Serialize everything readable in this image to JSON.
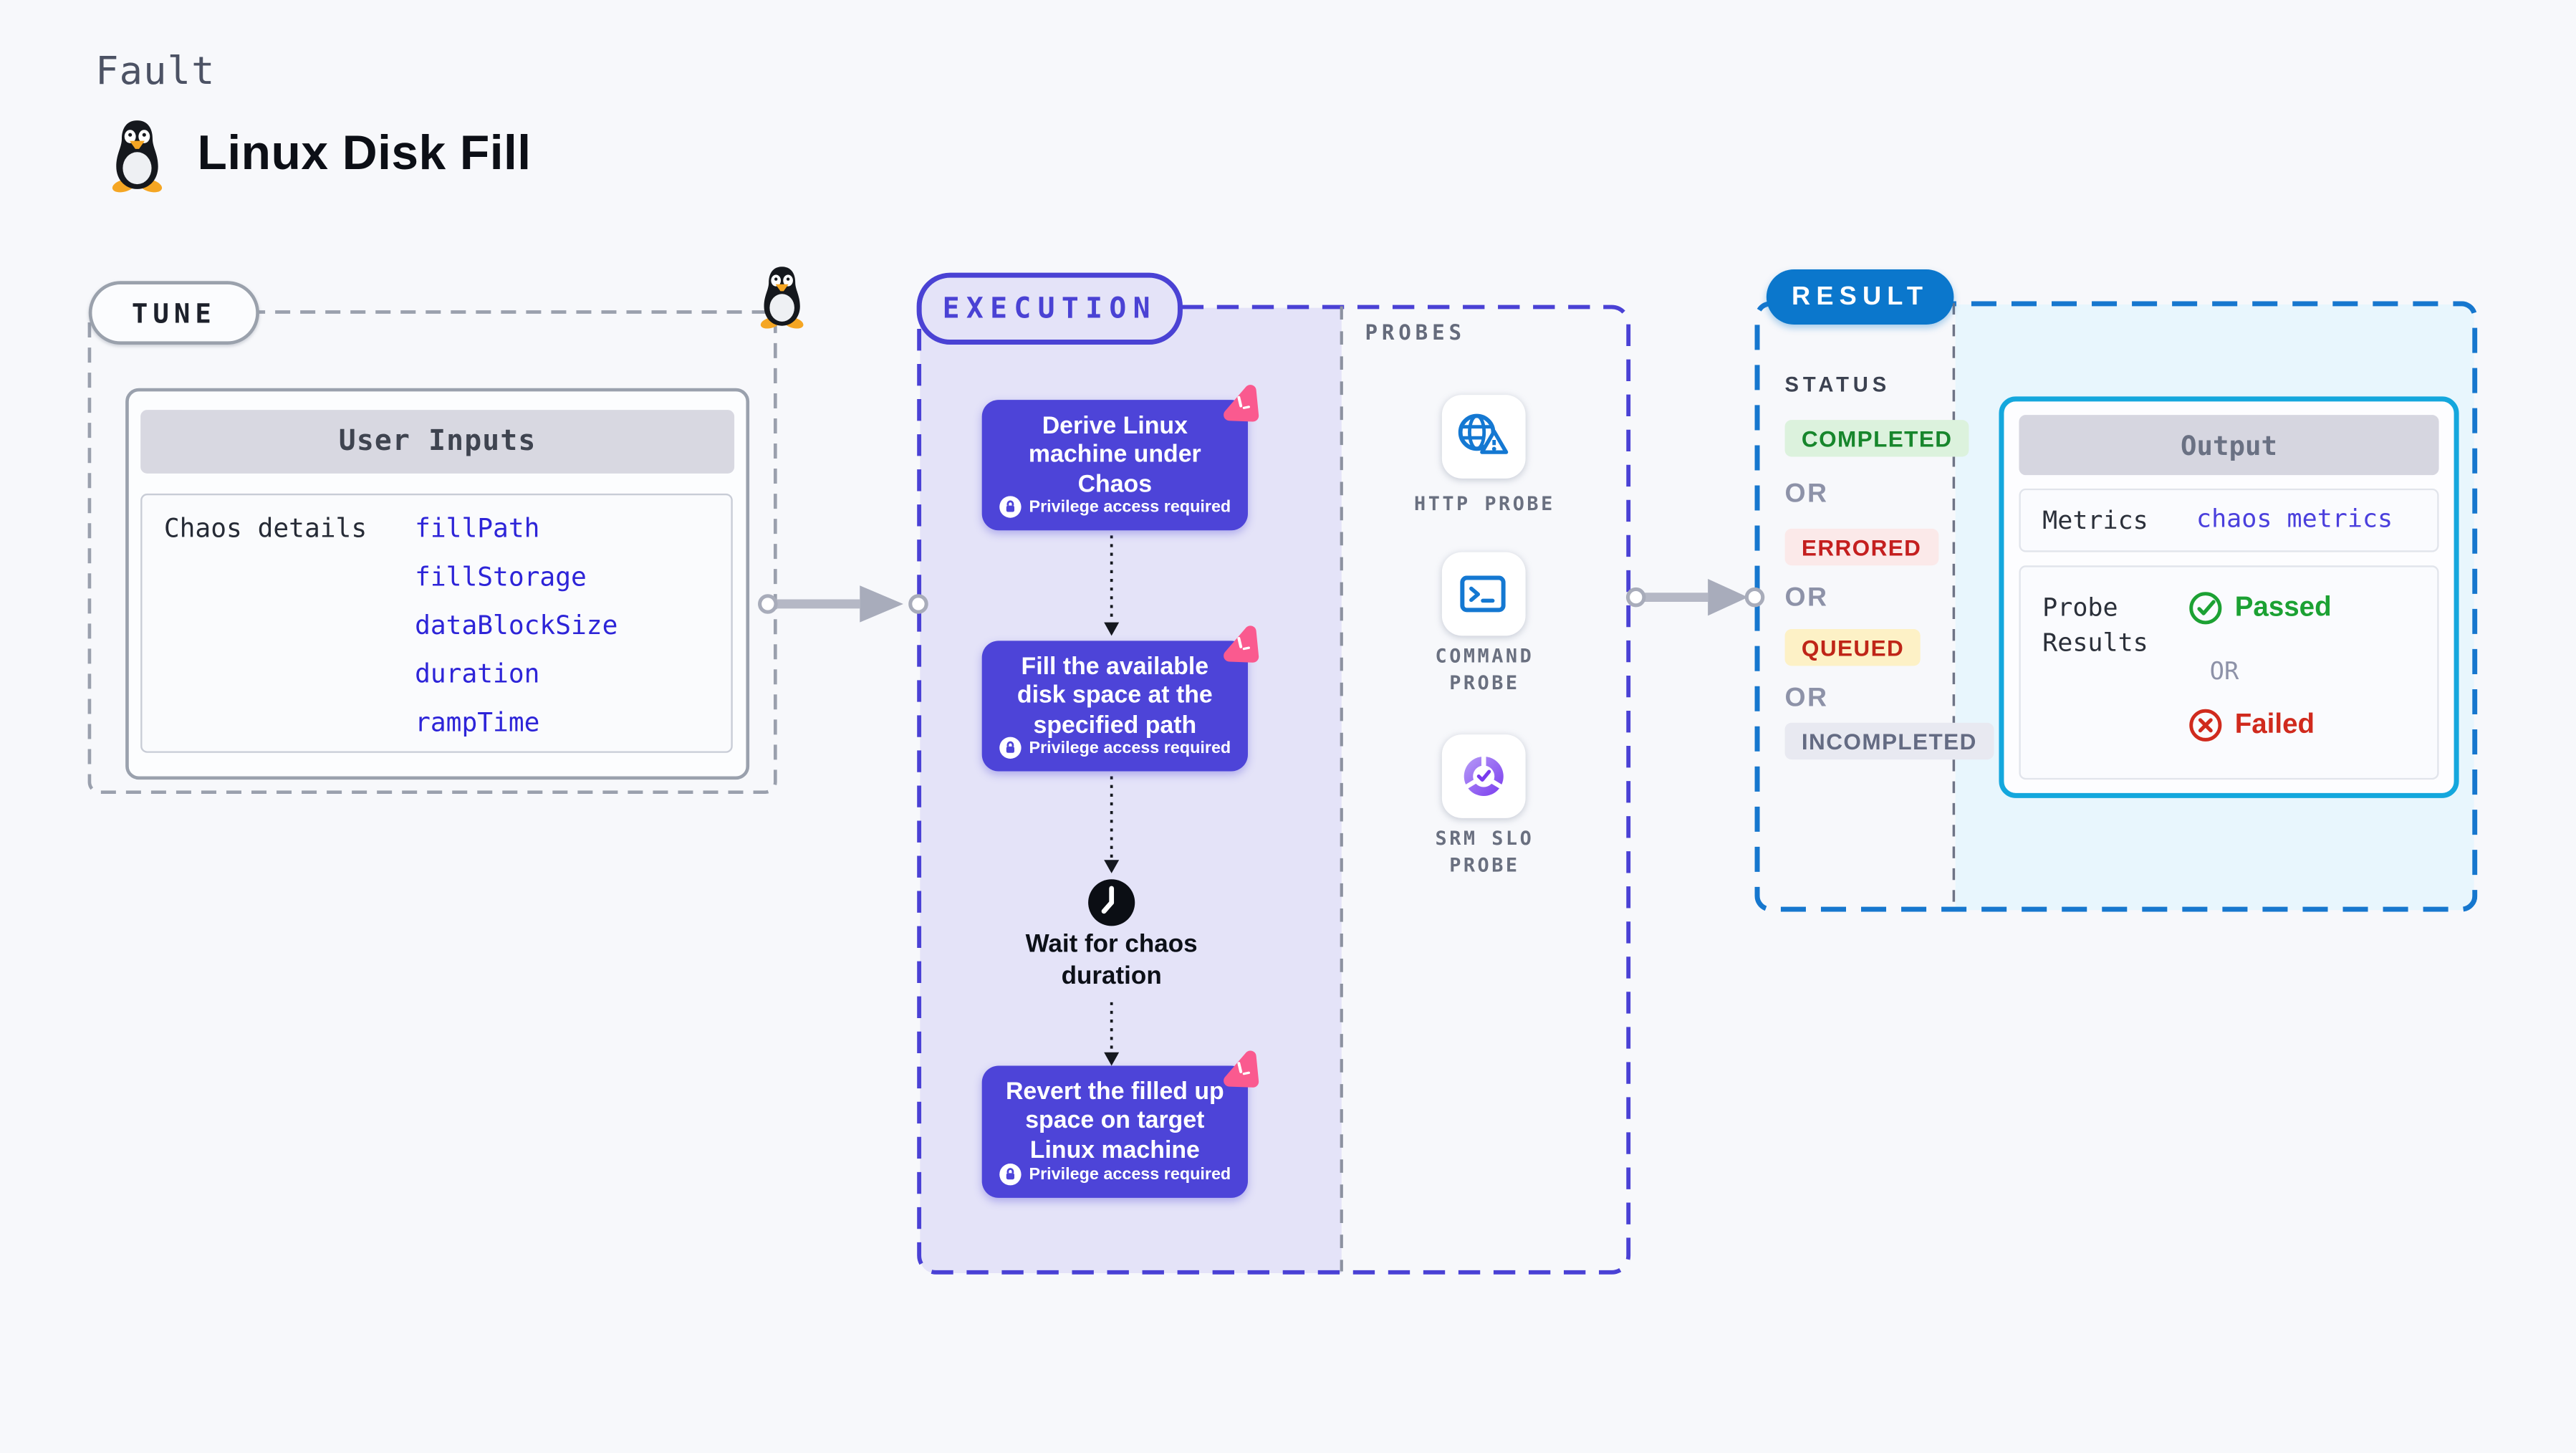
{
  "header": {
    "category": "Fault",
    "title": "Linux Disk Fill"
  },
  "tune": {
    "pill": "TUNE",
    "card_header": "User Inputs",
    "row_label": "Chaos details",
    "inputs": [
      "fillPath",
      "fillStorage",
      "dataBlockSize",
      "duration",
      "rampTime"
    ]
  },
  "execution": {
    "pill": "EXECUTION",
    "steps": [
      {
        "title": "Derive Linux machine under Chaos",
        "badge": "Privilege access required"
      },
      {
        "title": "Fill the available disk space at the specified path",
        "badge": "Privilege access required"
      },
      {
        "title": "Revert the filled up space on target Linux machine",
        "badge": "Privilege access required"
      }
    ],
    "wait_label": "Wait for chaos duration"
  },
  "probes": {
    "label": "PROBES",
    "items": [
      {
        "name": "HTTP PROBE",
        "icon": "globe-alert-icon"
      },
      {
        "name": "COMMAND PROBE",
        "icon": "terminal-icon"
      },
      {
        "name": "SRM SLO PROBE",
        "icon": "slo-donut-icon"
      }
    ]
  },
  "result": {
    "pill": "RESULT",
    "status_label": "STATUS",
    "or_label": "OR",
    "statuses": [
      {
        "label": "COMPLETED"
      },
      {
        "label": "ERRORED"
      },
      {
        "label": "QUEUED"
      },
      {
        "label": "INCOMPLETED"
      }
    ]
  },
  "output": {
    "header": "Output",
    "metrics_label": "Metrics",
    "metrics_value": "chaos metrics",
    "probe_label": "Probe Results",
    "passed": "Passed",
    "or_label": "OR",
    "failed": "Failed"
  },
  "colors": {
    "background": "#f7f8fb",
    "indigo_accent": "#4a42d4",
    "step_card": "#4d44d8",
    "lavender_fill": "#e4e3f8",
    "pink_icon": "#fa5a8f",
    "result_blue": "#0b77cc",
    "cyan_border": "#14a7dd",
    "cyan_fill": "#e8f6fd",
    "completed_green": "#17862c",
    "errored_red": "#c41f1f",
    "queued_yellow_bg": "#fdf1c6",
    "passed_green": "#1ca133",
    "failed_red": "#d02a1d",
    "probe_icon_blue": "#1478d2"
  }
}
